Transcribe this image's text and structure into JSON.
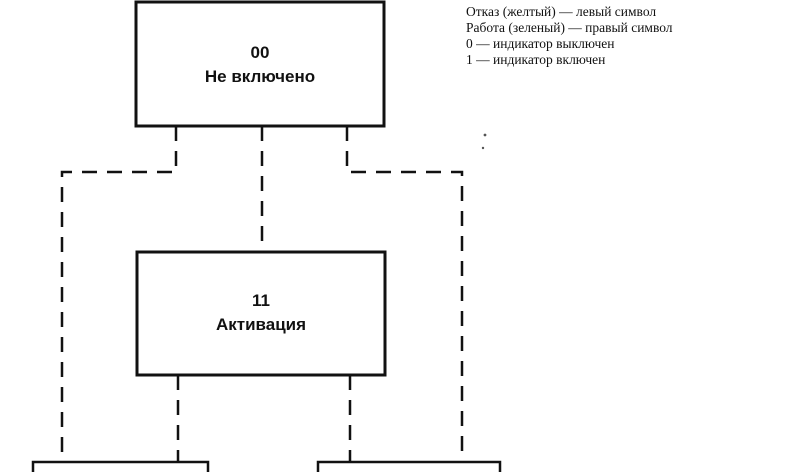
{
  "states": [
    {
      "code": "00",
      "name": "Не включено"
    },
    {
      "code": "11",
      "name": "Активация"
    }
  ],
  "legend": [
    "Отказ (желтый) — левый символ",
    "Работа (зеленый) — правый символ",
    "0 — индикатор выключен",
    "1 — индикатор включен"
  ]
}
